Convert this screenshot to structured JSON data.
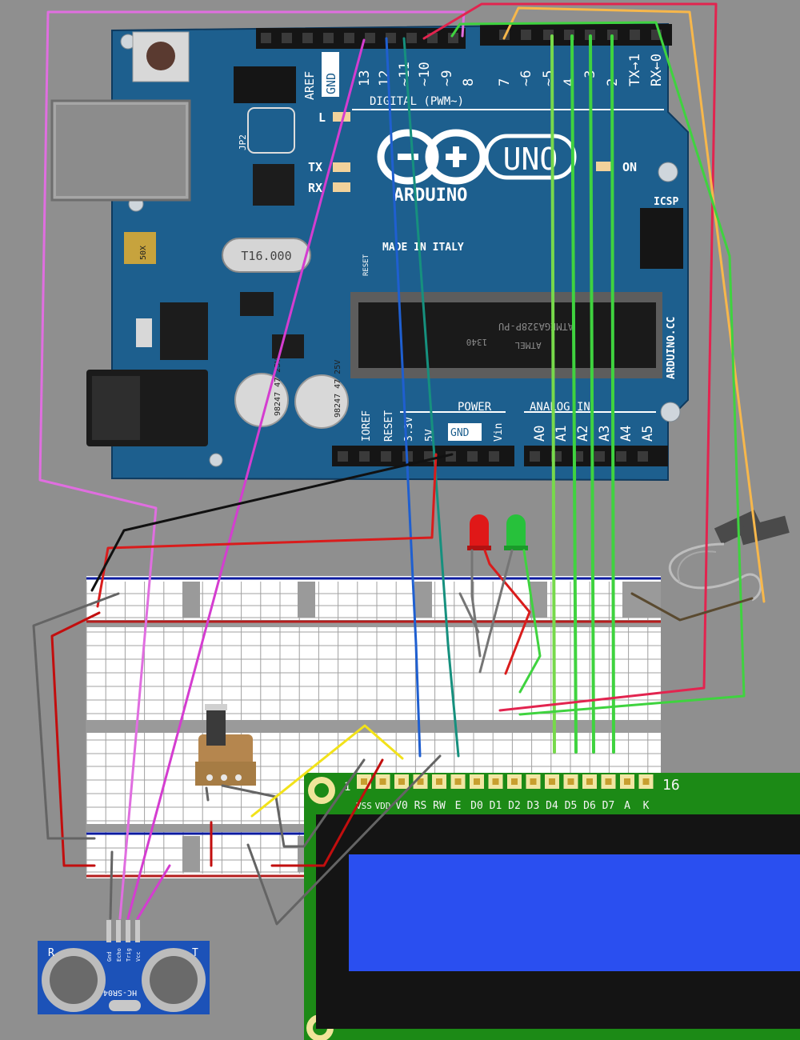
{
  "arduino": {
    "digital_pins": [
      "13",
      "12",
      "~11",
      "~10",
      "~9",
      "8",
      "7",
      "~6",
      "~5",
      "4",
      "~3",
      "2",
      "TX→1",
      "RX←0"
    ],
    "aref": "AREF",
    "gnd": "GND",
    "digital_title": "DIGITAL (PWM~)",
    "led_l": "L",
    "led_tx": "TX",
    "led_rx": "RX",
    "led_on": "ON",
    "jumper_label": "JP2",
    "icsp": "ICSP",
    "brand": "ARDUINO",
    "model": "UNO",
    "made_in": "MADE IN ITALY",
    "crystal": "T16.000",
    "chip_label": "ATMEGA328P-PU",
    "chip_code": "1340",
    "chip_brand": "ATMEL",
    "website": "ARDUINO.CC",
    "cap_left": "98247  47  25V",
    "cap_right": "98247  47  25V",
    "power_title": "POWER",
    "analog_title": "ANALOG IN",
    "power_pins": [
      "IOREF",
      "RESET",
      "3.3V",
      "5V",
      "GND",
      "Vin"
    ],
    "analog_pins": [
      "A0",
      "A1",
      "A2",
      "A3",
      "A4",
      "A5"
    ],
    "gnd_small": "GND",
    "reset_label": "RESET",
    "tvs_label": "50X"
  },
  "lcd": {
    "pins": [
      "VSS",
      "VDD",
      "V0",
      "RS",
      "RW",
      "E",
      "D0",
      "D1",
      "D2",
      "D3",
      "D4",
      "D5",
      "D6",
      "D7",
      "A",
      "K"
    ],
    "pin1_label": "1",
    "pin16_label": "16"
  },
  "sensor": {
    "name": "HC-SR04",
    "pins": [
      "Vcc",
      "Trig",
      "Echo",
      "Gnd"
    ],
    "side_r": "R",
    "side_t": "T"
  },
  "colors": {
    "board": "#1d5f8e",
    "breadboard": "#ffffff",
    "lcd_pcb": "#1c8a16",
    "lcd_screen": "#2a4ff0",
    "wire_5v": "#d91c1c",
    "wire_gnd": "#111111",
    "wire_blue": "#1f5fd0",
    "wire_teal": "#16907e",
    "wire_green": "#3fd33f",
    "wire_lightgreen": "#77d94b",
    "wire_pink": "#e06ee0",
    "wire_magenta": "#d43dd0",
    "wire_orange": "#f7b74b",
    "wire_crimson": "#e2244f",
    "wire_yellow": "#f2e21a",
    "wire_gray": "#646464",
    "led_red": "#e01818",
    "led_green": "#27c13b"
  }
}
